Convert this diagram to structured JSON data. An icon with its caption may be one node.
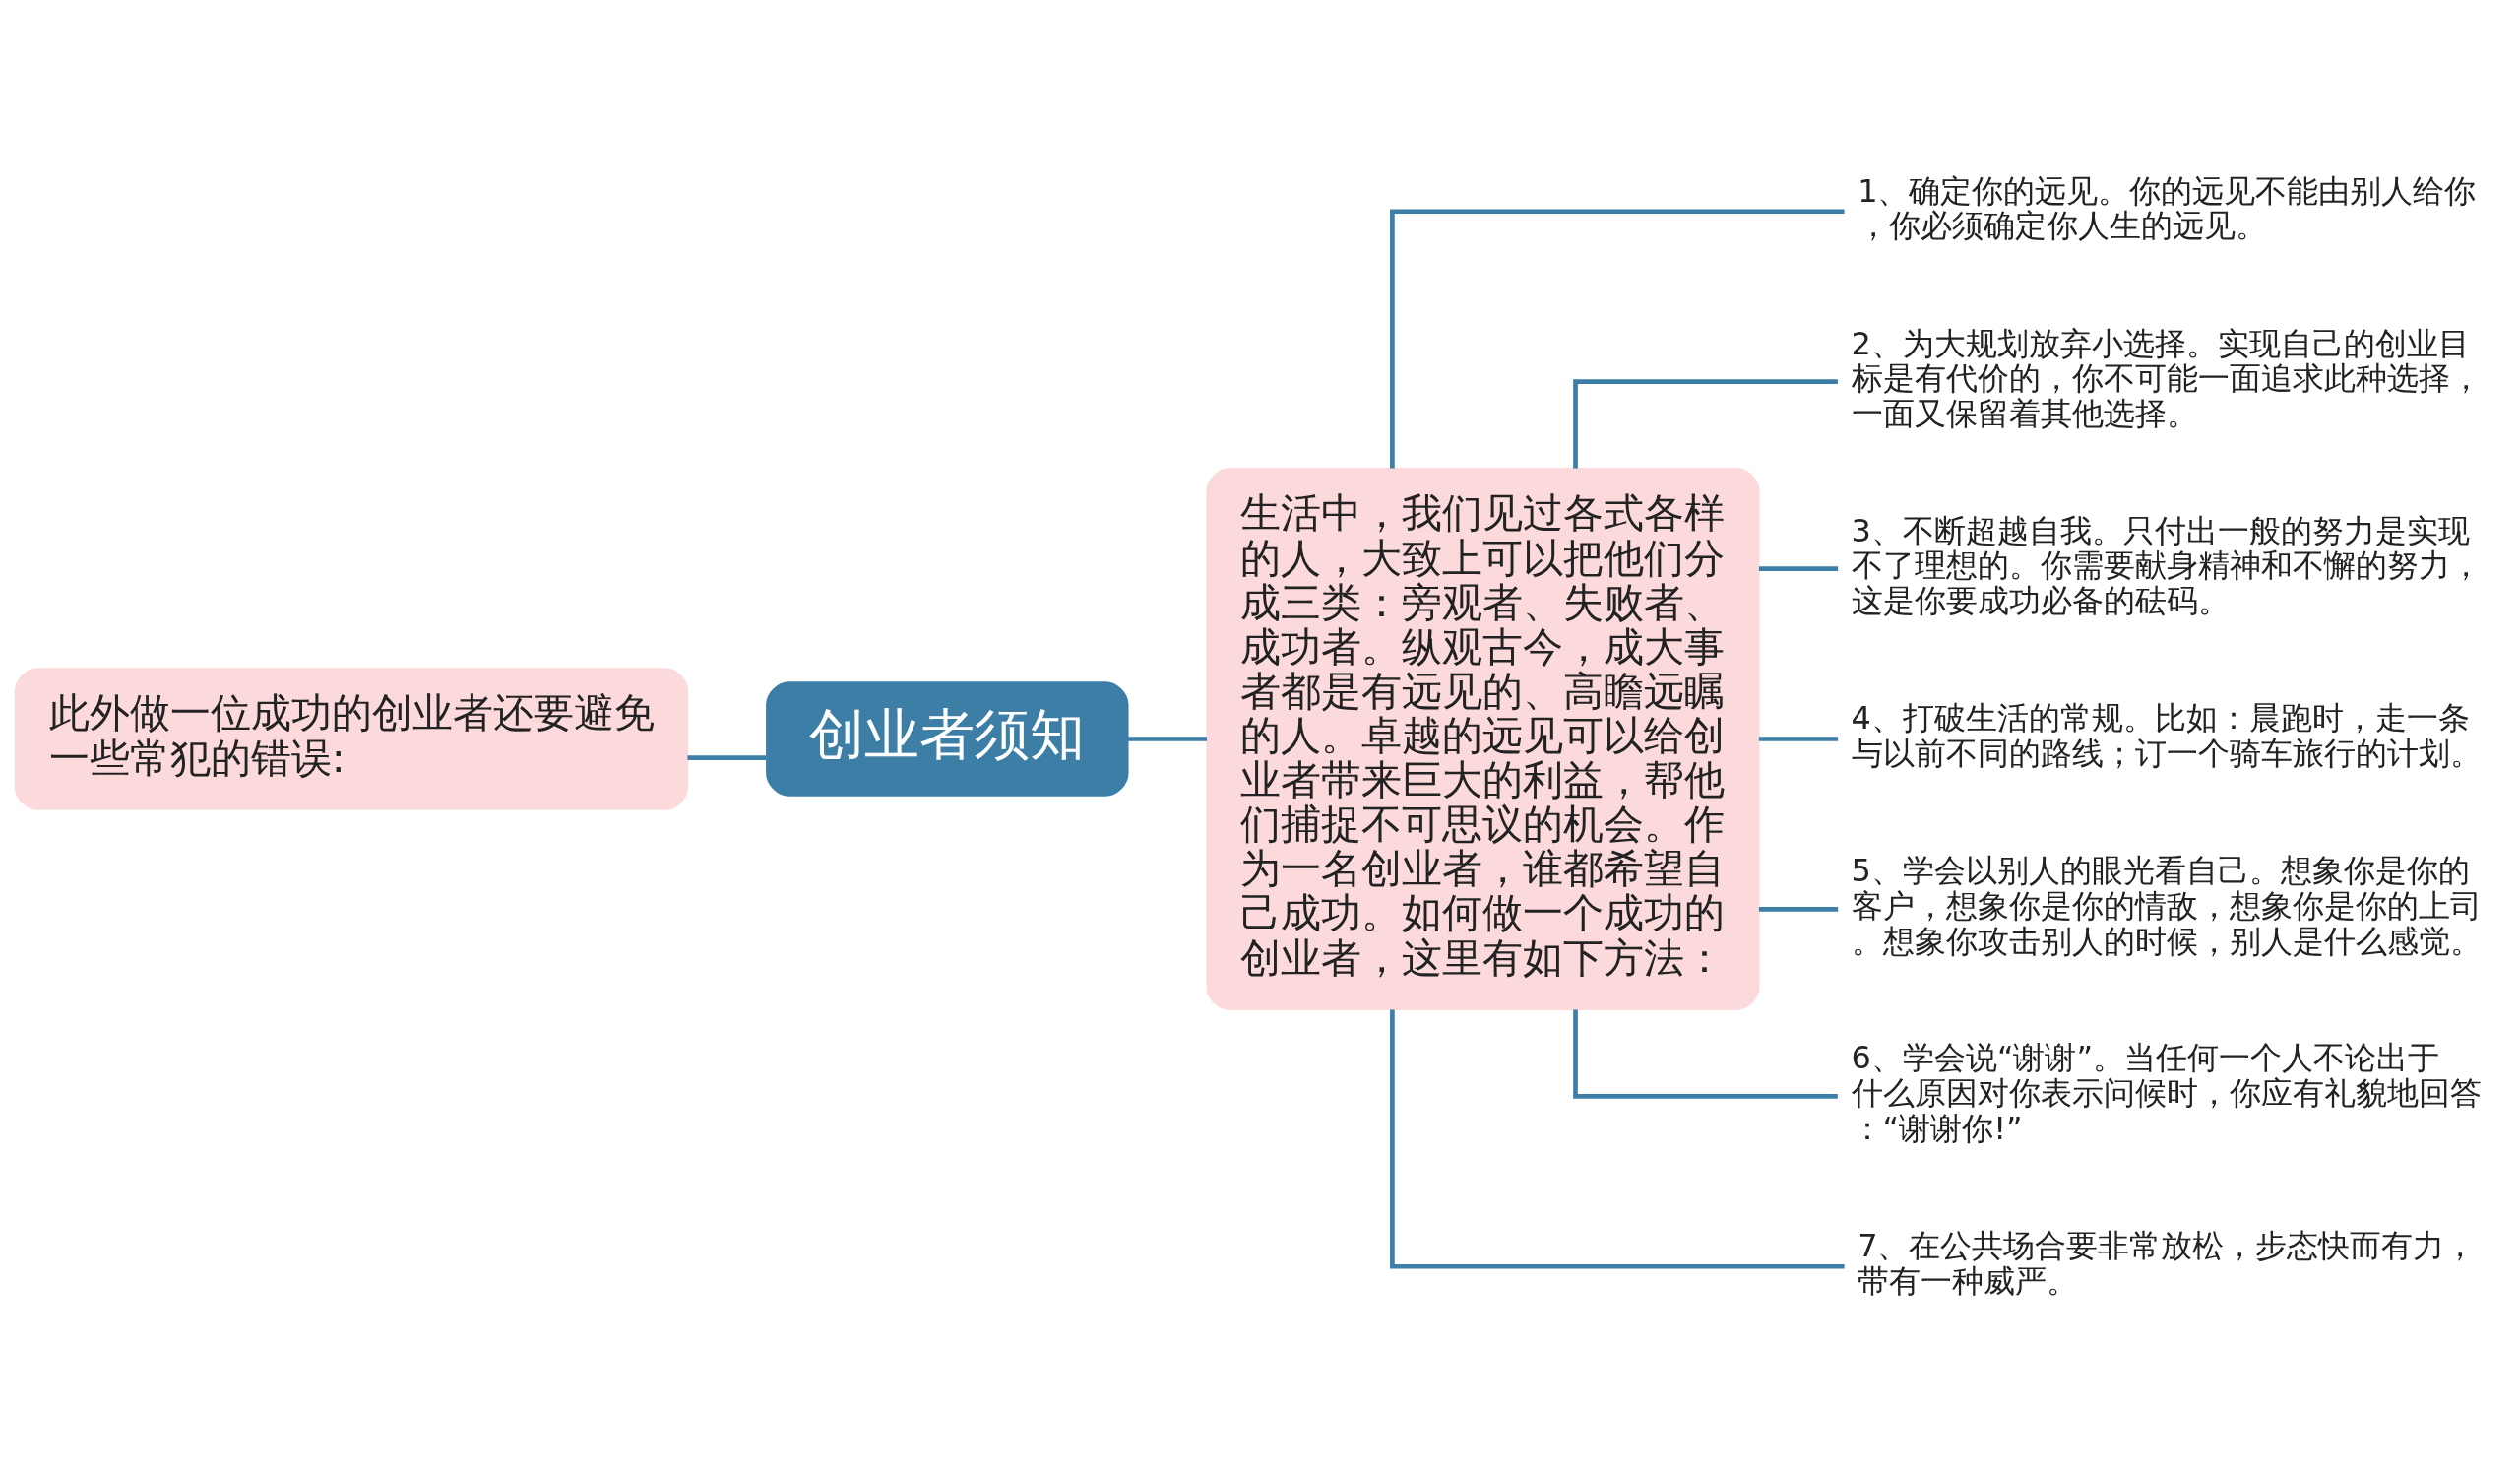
{
  "diagram": {
    "nodes": [
      {
        "text": [
          "创业者须知"
        ]
      },
      {
        "text": [
          "此外做一位成功的创业者还要避免一些常犯的错误:"
        ]
      },
      {
        "text": [
          "生活中，我们见过各式各样的人，大致上可以把他们分成三类：旁观者、失败者、成功者。纵观古今，成大事者都是有远见的、高瞻远瞩的人。卓越的远见可以给创业者带来巨大的利益，帮他们捕捉不可思议的机会。作为一名创业者，谁都希望自己成功。如何做一个成功的创业者，这里有如下方法："
        ]
      },
      {
        "text": [
          "1、确定你的远见。你的远见不能由别人给你，你必须确定你人生的远见。"
        ]
      },
      {
        "text": [
          "2、为大规划放弃小选择。实现自己的创业目标是有代价的，你不可能一面追求此种选择，一面又保留着其他选择。"
        ]
      },
      {
        "text": [
          "3、不断超越自我。只付出一般的努力是实现不了理想的。你需要献身精神和不懈的努力，这是你要成功必备的砝码。"
        ]
      },
      {
        "text": [
          "4、打破生活的常规。比如：晨跑时，走一条与以前不同的路线；订一个骑车旅行的计划。"
        ]
      },
      {
        "text": [
          "5、学会以别人的眼光看自己。想象你是你的客户，想象你是你的情敌，想象你是你的上司。想象你攻击别人的时候，别人是什么感觉。"
        ]
      },
      {
        "text": [
          "6、学会说“谢谢”。当任何一个人不论出于什么原因对你表示问候时，你应有礼貌地回答：“谢谢你!”"
        ]
      },
      {
        "text": [
          "7、在公共场合要非常放松，步态快而有力，带有一种威严。"
        ]
      }
    ],
    "edges": [
      {
        "from": 0,
        "to": 1,
        "arrow": "none"
      },
      {
        "from": 0,
        "to": 2,
        "arrow": "none"
      },
      {
        "from": 2,
        "to": 3,
        "arrow": "none"
      },
      {
        "from": 2,
        "to": 4,
        "arrow": "none"
      },
      {
        "from": 2,
        "to": 5,
        "arrow": "none"
      },
      {
        "from": 2,
        "to": 6,
        "arrow": "none"
      },
      {
        "from": 2,
        "to": 7,
        "arrow": "none"
      },
      {
        "from": 2,
        "to": 8,
        "arrow": "none"
      },
      {
        "from": 2,
        "to": 9,
        "arrow": "none"
      }
    ]
  }
}
